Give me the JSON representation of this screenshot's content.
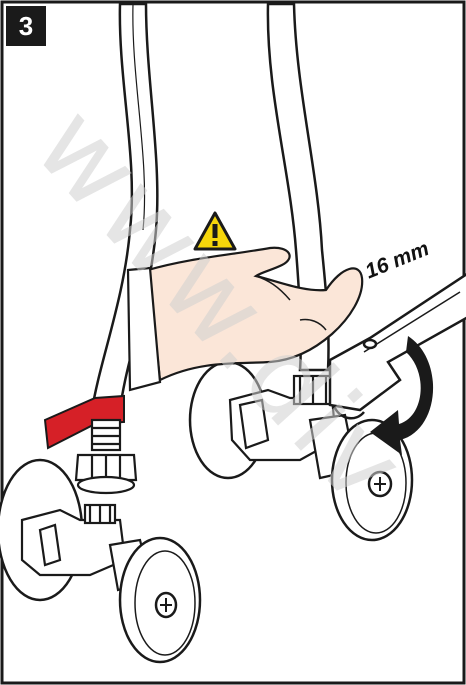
{
  "step": {
    "number": "3"
  },
  "wrench": {
    "size_label": "16 mm"
  },
  "warning": {
    "icon": "warning-triangle-icon",
    "symbol": "!",
    "color": "#f5d60b"
  },
  "colors": {
    "tape": "#d62027",
    "skin": "#fbe6d8",
    "outline": "#1a1a1a",
    "watermark": "#cfcfcf"
  },
  "watermark": {
    "text": "www.div"
  }
}
